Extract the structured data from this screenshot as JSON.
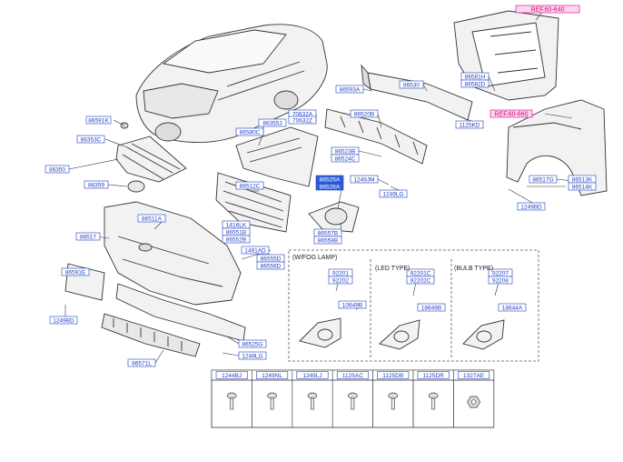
{
  "diagram": {
    "ref_labels": [
      {
        "id": "ref_top",
        "text": "REF.60-640"
      },
      {
        "id": "ref_fender",
        "text": "REF.60-660"
      }
    ],
    "part_labels": [
      {
        "id": "p86593A",
        "text": "86593A"
      },
      {
        "id": "p86530",
        "text": "86530"
      },
      {
        "id": "p86581H",
        "text": "86581H"
      },
      {
        "id": "p86582D",
        "text": "86582D"
      },
      {
        "id": "p70632A",
        "text": "70632A"
      },
      {
        "id": "p70632Z",
        "text": "70632Z"
      },
      {
        "id": "p86520B",
        "text": "86520B"
      },
      {
        "id": "p1125KD",
        "text": "1125KD"
      },
      {
        "id": "p86591K",
        "text": "86591K"
      },
      {
        "id": "p86355J",
        "text": "86355J"
      },
      {
        "id": "p86580C",
        "text": "86580C"
      },
      {
        "id": "p86353C",
        "text": "86353C"
      },
      {
        "id": "p86523B",
        "text": "86523B"
      },
      {
        "id": "p86524C",
        "text": "86524C"
      },
      {
        "id": "p86350",
        "text": "86350"
      },
      {
        "id": "p86359",
        "text": "86359"
      },
      {
        "id": "p86512C",
        "text": "86512C"
      },
      {
        "id": "p86525A",
        "text": "86525A"
      },
      {
        "id": "p86526A",
        "text": "86526A"
      },
      {
        "id": "p1249JM",
        "text": "1249JM"
      },
      {
        "id": "p1249LG",
        "text": "1249LG"
      },
      {
        "id": "p86517G",
        "text": "86517G"
      },
      {
        "id": "p86513K",
        "text": "86513K"
      },
      {
        "id": "p86514K",
        "text": "86514K"
      },
      {
        "id": "p1249BD_r",
        "text": "1249BD"
      },
      {
        "id": "p86511A",
        "text": "86511A"
      },
      {
        "id": "p1416LK",
        "text": "1416LK"
      },
      {
        "id": "p86551B",
        "text": "86551B"
      },
      {
        "id": "p86552B",
        "text": "86552B"
      },
      {
        "id": "p86557B",
        "text": "86557B"
      },
      {
        "id": "p86558B",
        "text": "86558B"
      },
      {
        "id": "p86517",
        "text": "86517"
      },
      {
        "id": "p1491AD",
        "text": "1491AD"
      },
      {
        "id": "p86555D",
        "text": "86555D"
      },
      {
        "id": "p86556D",
        "text": "86556D"
      },
      {
        "id": "p86591E",
        "text": "86591E"
      },
      {
        "id": "p1249BD_l",
        "text": "1249BD"
      },
      {
        "id": "p92201",
        "text": "92201"
      },
      {
        "id": "p92202",
        "text": "92202"
      },
      {
        "id": "p10649B",
        "text": "10649B"
      },
      {
        "id": "p92201C",
        "text": "92201C"
      },
      {
        "id": "p92202C",
        "text": "92202C"
      },
      {
        "id": "p18649B",
        "text": "18649B"
      },
      {
        "id": "p92207",
        "text": "92207"
      },
      {
        "id": "p92208",
        "text": "92208"
      },
      {
        "id": "p18644A",
        "text": "18644A"
      },
      {
        "id": "p86525G",
        "text": "86525G"
      },
      {
        "id": "p1249LG_b",
        "text": "1249LG"
      },
      {
        "id": "p86571L",
        "text": "86571L"
      }
    ],
    "section_titles": [
      {
        "id": "fog",
        "text": "(W/FOG LAMP)"
      },
      {
        "id": "led",
        "text": "(LED TYPE)"
      },
      {
        "id": "bulb",
        "text": "(BULB TYPE)"
      }
    ],
    "fastener_table": [
      "1244BJ",
      "1249NL",
      "1249LJ",
      "1125AC",
      "1125DB",
      "1125DR",
      "1327AE"
    ],
    "colors": {
      "label_border": "#1f3fbf",
      "label_text": "#1f3fbf",
      "ref_text": "#d6007a",
      "ref_border": "#d6007a",
      "ref_fill": "#ffd6ef",
      "highlight_fill": "#2f5fd8",
      "line": "#333333"
    }
  }
}
